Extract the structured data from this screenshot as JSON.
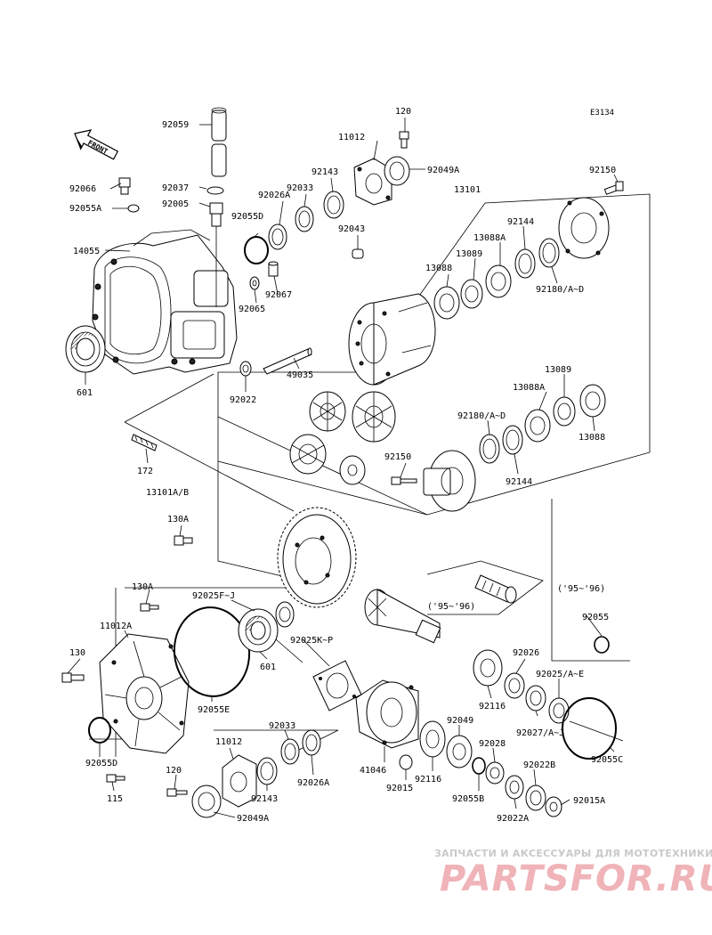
{
  "diagram_code": "E3134",
  "front_label": "FRONT",
  "watermark": {
    "tagline": "ЗАПЧАСТИ И АКСЕССУАРЫ ДЛЯ МОТОТЕХНИКИ",
    "brand": "PARTSFOR.RU"
  },
  "labels": {
    "l92059": "92059",
    "l92066": "92066",
    "l92037": "92037",
    "l92055A": "92055A",
    "l92005": "92005",
    "l14055": "14055",
    "l601a": "601",
    "l92055D_top": "92055D",
    "l92026A_top": "92026A",
    "l92033_top": "92033",
    "l92143_top": "92143",
    "l11012_top": "11012",
    "l120_top": "120",
    "l92049A_top": "92049A",
    "l13101": "13101",
    "l92150_top": "92150",
    "l92043": "92043",
    "l92144_top": "92144",
    "l13088A_top": "13088A",
    "l13089_top": "13089",
    "l13088_top": "13088",
    "l92180_top": "92180/A~D",
    "l92067": "92067",
    "l92065": "92065",
    "l49035": "49035",
    "l92022": "92022",
    "l13089_mid": "13089",
    "l13088A_mid": "13088A",
    "l92180_mid": "92180/A~D",
    "l13088_mid": "13088",
    "l172": "172",
    "l92150_mid": "92150",
    "l92144_mid": "92144",
    "l13101AB": "13101A/B",
    "l130A_mid": "130A",
    "l95_96_right": "('95~'96)",
    "l95_96_mid": "('95~'96)",
    "l92055": "92055",
    "l130A_low": "130A",
    "l92025FJ": "92025F~J",
    "l11012A": "11012A",
    "l130": "130",
    "l92025KP": "92025K~P",
    "l601b": "601",
    "l92026": "92026",
    "l92025AE": "92025/A~E",
    "l92116a": "92116",
    "l92027": "92027/A~J",
    "l92055E": "92055E",
    "l92033_low": "92033",
    "l92049": "92049",
    "l92028": "92028",
    "l11012_low": "11012",
    "l92026A_low": "92026A",
    "l92022B": "92022B",
    "l92055C": "92055C",
    "l92055D_low": "92055D",
    "l41046": "41046",
    "l92116b": "92116",
    "l92055B": "92055B",
    "l92015A": "92015A",
    "l120_low": "120",
    "l92143_low": "92143",
    "l92015": "92015",
    "l92022A": "92022A",
    "l115": "115",
    "l92049A_low": "92049A"
  }
}
